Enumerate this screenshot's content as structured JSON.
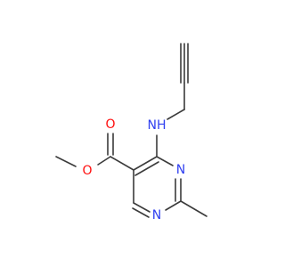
{
  "colors": {
    "background": "#ffffff",
    "bond": "#3b3b3b",
    "oxygen": "#ff0d0d",
    "nitrogen": "#2f3ff0"
  },
  "molecule": {
    "atom_labels": {
      "carbonyl_oxygen": "O",
      "ester_oxygen": "O",
      "amine": "NH",
      "ring_n3": "N",
      "ring_n1": "N"
    }
  }
}
